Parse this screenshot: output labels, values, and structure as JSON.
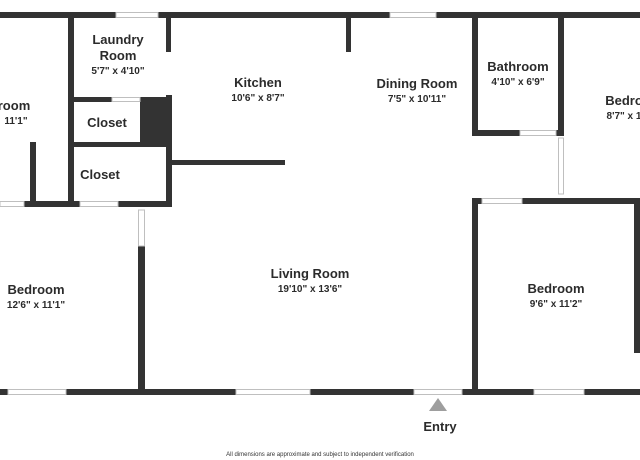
{
  "rooms": {
    "laundry": {
      "name_line1": "Laundry",
      "name_line2": "Room",
      "dims": "5'7\" x 4'10\""
    },
    "kitchen": {
      "name": "Kitchen",
      "dims": "10'6\" x 8'7\""
    },
    "dining": {
      "name": "Dining Room",
      "dims": "7'5\" x 10'11\""
    },
    "bathroom": {
      "name": "Bathroom",
      "dims": "4'10\" x 6'9\""
    },
    "bedroom_right_top": {
      "name": "Bedro",
      "dims": "8'7\" x 1"
    },
    "room_left_top": {
      "name": "room",
      "dims": "11'1\""
    },
    "closet_small": {
      "name": "Closet"
    },
    "closet_large": {
      "name": "Closet"
    },
    "bedroom_left": {
      "name": "Bedroom",
      "dims": "12'6\" x 11'1\""
    },
    "living": {
      "name": "Living Room",
      "dims": "19'10\" x 13'6\""
    },
    "bedroom_right": {
      "name": "Bedroom",
      "dims": "9'6\" x 11'2\""
    }
  },
  "entry_label": "Entry",
  "footnote": "All dimensions are approximate and subject to independent verification",
  "colors": {
    "wall": "#333333",
    "window": "#bfbfbf",
    "entry_arrow": "#9e9e9e"
  }
}
